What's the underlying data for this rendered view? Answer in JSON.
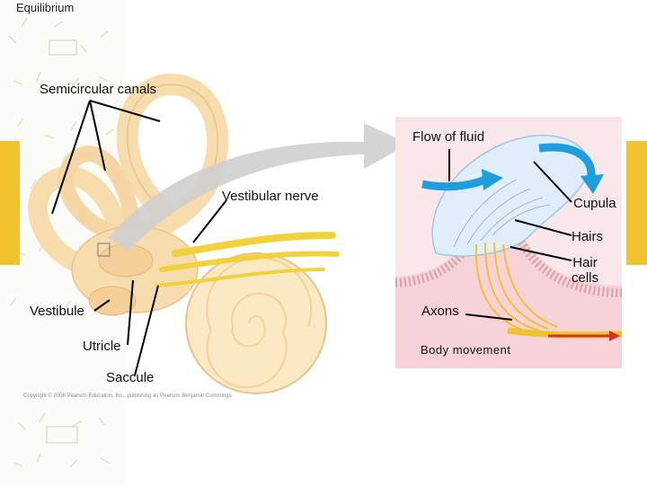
{
  "slide_title": "Equilibrium",
  "labels": {
    "semicircular_canals": "Semicircular canals",
    "flow_of_fluid": "Flow of fluid",
    "vestibular_nerve": "Vestibular nerve",
    "cupula": "Cupula",
    "hairs": "Hairs",
    "hair_cells": "Hair\ncells",
    "vestibule": "Vestibule",
    "axons": "Axons",
    "utricle": "Utricle",
    "body_movement": "Body movement",
    "saccule": "Saccule"
  },
  "copyright": "Copyright © 2008 Pearson Education, Inc., publishing as Pearson Benjamin Cummings.",
  "colors": {
    "accent": "#f2c12e",
    "flow_arrow": "#1e9ee0",
    "body_movement_arrow": "#d6331f",
    "nerve": "#f2d23c",
    "labyrinth": "#f7dcae",
    "panel_bg": "#fae7ea",
    "cupula": "#dfeefa"
  }
}
